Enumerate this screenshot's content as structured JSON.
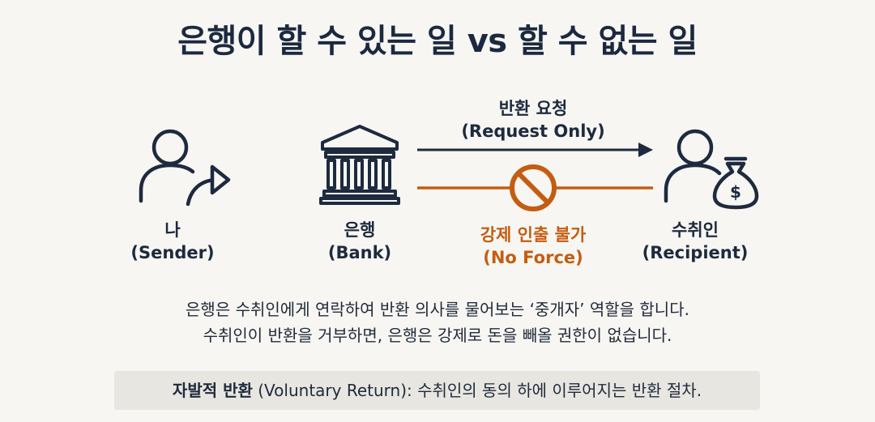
{
  "title": "은행이 할 수 있는 일 vs 할 수 없는 일",
  "actors": {
    "sender": {
      "name": "나",
      "sub": "(Sender)"
    },
    "bank": {
      "name": "은행",
      "sub": "(Bank)"
    },
    "recipient": {
      "name": "수취인",
      "sub": "(Recipient)"
    }
  },
  "request": {
    "label": "반환 요청",
    "sub": "(Request Only)"
  },
  "force": {
    "label": "강제 인출 불가",
    "sub": "(No Force)"
  },
  "description": {
    "line1": "은행은 수취인에게 연락하여 반환 의사를 물어보는 ‘중개자’ 역할을 합니다.",
    "line2": "수취인이 반환을 거부하면, 은행은 강제로 돈을 빼올 권한이 없습니다."
  },
  "note": {
    "term": "자발적 반환",
    "rest": " (Voluntary Return): 수취인의 동의 하에 이루어지는 반환 절차."
  },
  "icons": {
    "sender": "person-send-icon",
    "bank": "bank-building-icon",
    "recipient": "person-money-bag-icon",
    "prohibited": "prohibited-icon",
    "currency_symbol": "$"
  },
  "colors": {
    "navy": "#1d2a3f",
    "orange": "#c45d12",
    "background": "#f7f6f2"
  }
}
